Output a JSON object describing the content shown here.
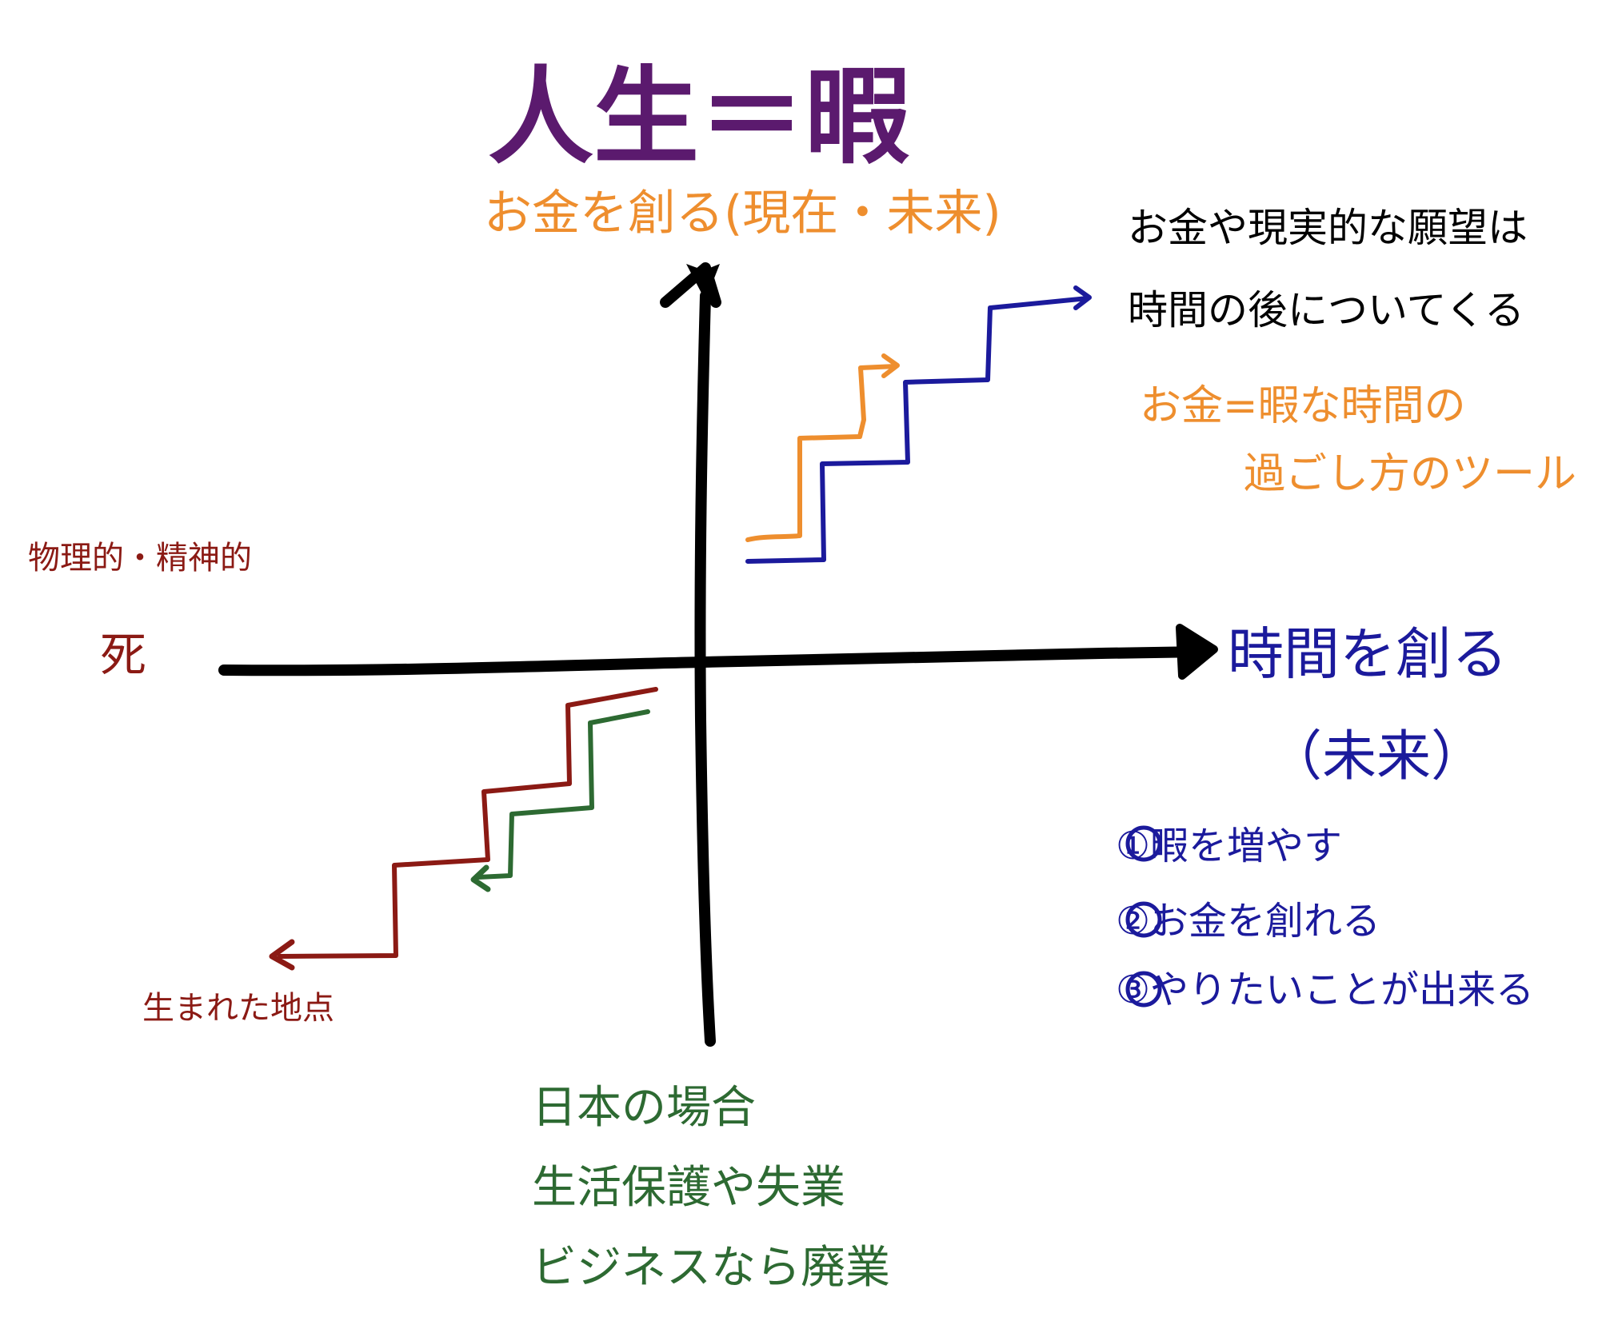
{
  "title": "人生＝暇",
  "y_axis_label": "お金を創る(現在・未来)",
  "right_notes": {
    "line1": "お金や現実的な願望は",
    "line2": "時間の後についてくる",
    "line3": "お金=暇な時間の",
    "line4": "過ごし方のツール"
  },
  "x_axis_label": "時間を創る",
  "x_axis_sub": "（未来）",
  "steps_list": [
    "①暇を増やす",
    "②お金を創れる",
    "③やりたいことが出来る"
  ],
  "left_labels": {
    "physical": "物理的・精神的",
    "death": "死",
    "born": "生まれた地点"
  },
  "japan_notes": [
    "日本の場合",
    "生活保護や失業",
    "ビジネスなら廃業"
  ],
  "colors": {
    "title": "#5b1a6e",
    "orange": "#ee8e2e",
    "navy": "#1b1a9c",
    "darkred": "#8b1a14",
    "green": "#2d6a32",
    "black": "#000000"
  }
}
